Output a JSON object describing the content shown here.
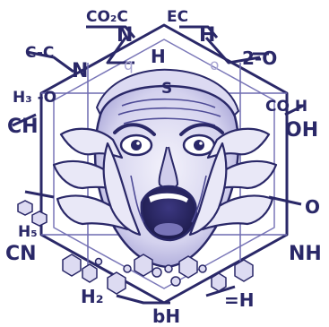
{
  "image": {
    "labels": {
      "top_co2c": "CO₂C",
      "top_ec": "EC",
      "top_n": "N",
      "top_h": "H",
      "top_center_h": "H",
      "left_cc": "C-C",
      "left_n": "N",
      "right_20": "2-O",
      "left_h3o": "H₃ -O",
      "left_ch": "CH",
      "right_co_h": "CO H",
      "right_oh": "OH",
      "mid_s": "S",
      "ghost_q": "q",
      "ghost_o": "o",
      "left_h5": "H₅",
      "left_cn": "CN",
      "right_o_dash": "O",
      "right_nh": "NH",
      "bottom_h2": "H₂",
      "bottom_eh": "=H",
      "bottom_bh": "bH"
    },
    "colors": {
      "ink": "#2a2868",
      "light": "#c9c7ea",
      "skin": "#e6e5f5",
      "shadow": "#8e8bc4",
      "background": "#ffffff"
    }
  }
}
